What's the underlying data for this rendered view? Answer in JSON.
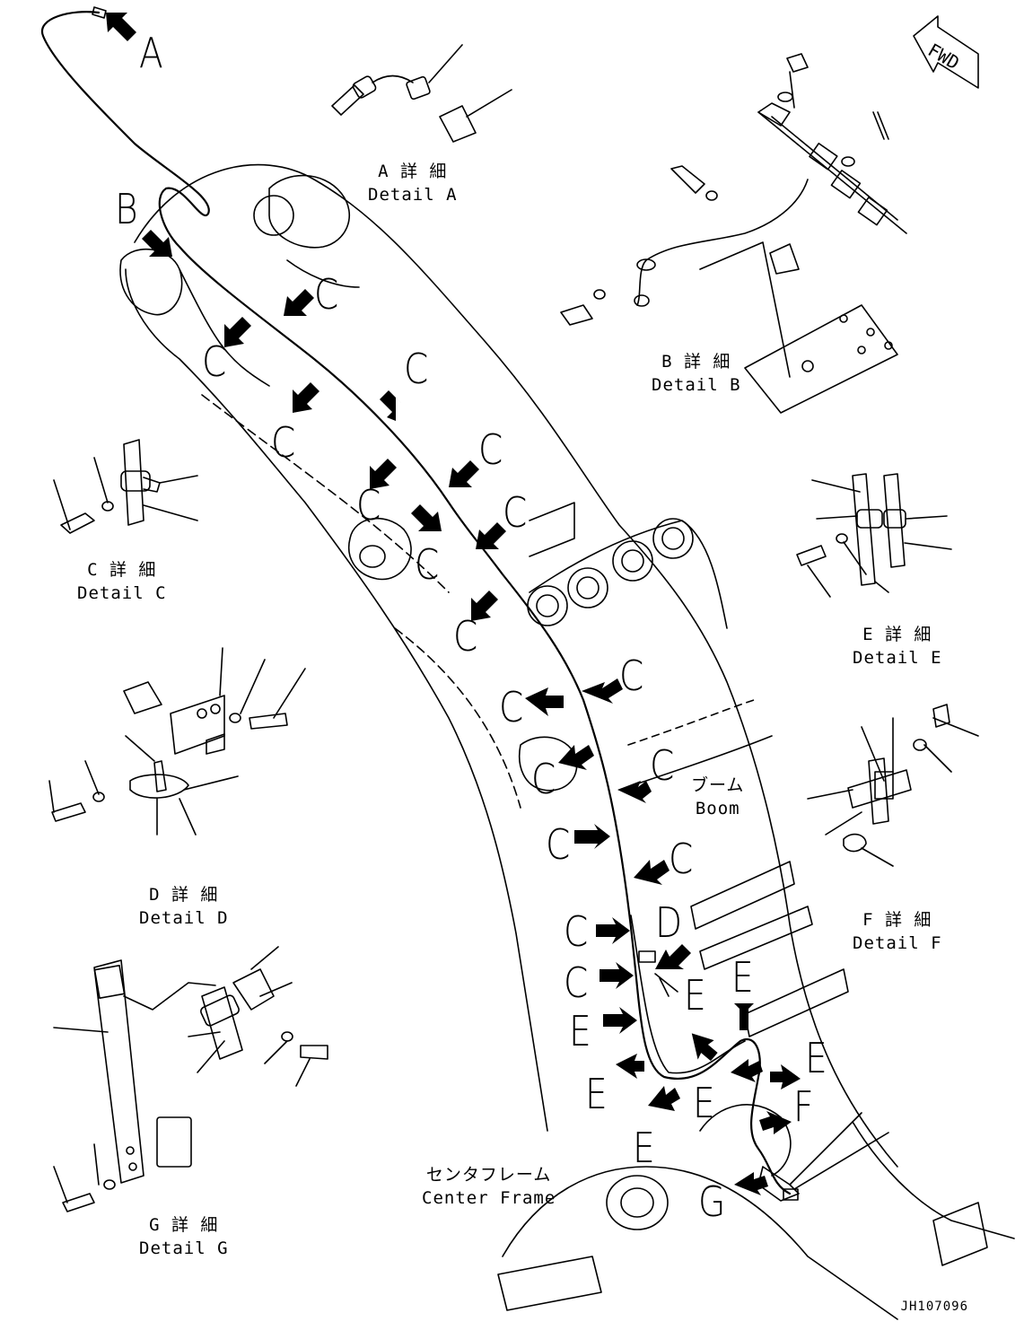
{
  "fwd_label": "FWD",
  "details": {
    "a": {
      "jp": "A 詳 細",
      "en": "Detail A"
    },
    "b": {
      "jp": "B 詳 細",
      "en": "Detail B"
    },
    "c": {
      "jp": "C 詳 細",
      "en": "Detail C"
    },
    "d": {
      "jp": "D 詳 細",
      "en": "Detail D"
    },
    "e": {
      "jp": "E 詳 細",
      "en": "Detail E"
    },
    "f": {
      "jp": "F 詳 細",
      "en": "Detail F"
    },
    "g": {
      "jp": "G 詳 細",
      "en": "Detail G"
    }
  },
  "parts": {
    "boom": {
      "jp": "ブーム",
      "en": "Boom"
    },
    "center_frame": {
      "jp": "センタフレーム",
      "en": "Center Frame"
    }
  },
  "callouts": {
    "a": "A",
    "b": "B",
    "c": "C",
    "d": "D",
    "e": "E",
    "f": "F",
    "g": "G"
  },
  "doc_number": "JH107096"
}
